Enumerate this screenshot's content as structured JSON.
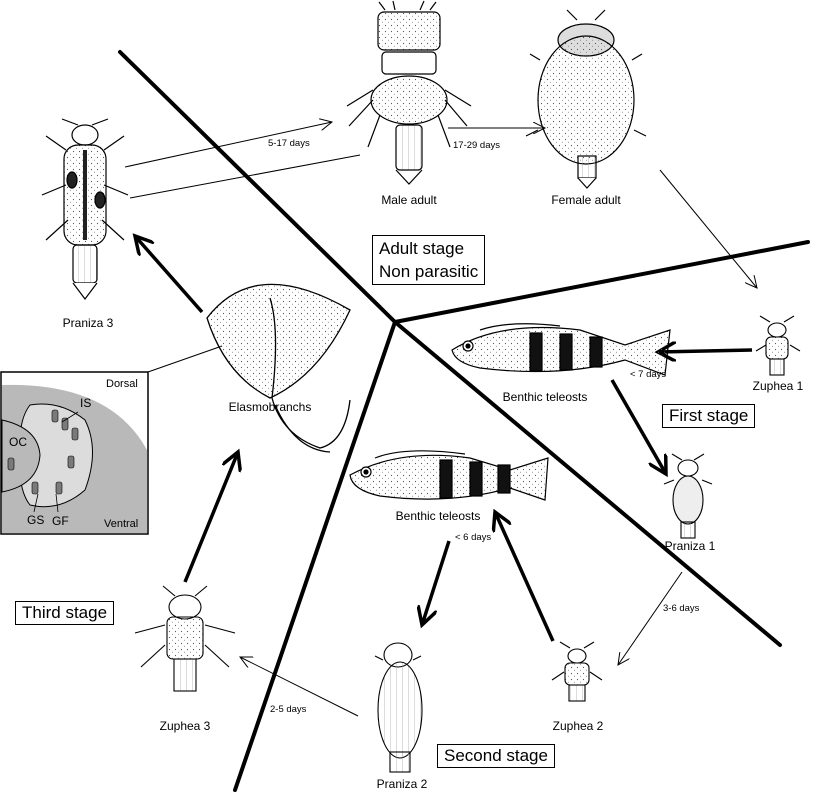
{
  "stages": {
    "adult": [
      "Adult stage",
      "Non parasitic"
    ],
    "first": "First stage",
    "second": "Second stage",
    "third": "Third stage"
  },
  "organisms": {
    "male_adult": "Male adult",
    "female_adult": "Female adult",
    "praniza_3": "Praniza 3",
    "elasmobranchs": "Elasmobranchs",
    "benthic_teleosts_top": "Benthic teleosts",
    "benthic_teleosts_mid": "Benthic teleosts",
    "zuphea_1": "Zuphea 1",
    "praniza_1": "Praniza 1",
    "zuphea_2": "Zuphea 2",
    "praniza_2": "Praniza 2",
    "zuphea_3": "Zuphea 3"
  },
  "durations": {
    "male": "5-17 days",
    "female": "17-29 days",
    "first_feed": "< 7 days",
    "second_feed": "< 6 days",
    "molt_2": "3-6 days",
    "molt_3": "2-5 days"
  },
  "inset": {
    "dorsal": "Dorsal",
    "ventral": "Ventral",
    "oc": "OC",
    "is": "IS",
    "gs": "GS",
    "gf": "GF"
  },
  "colors": {
    "ink": "#000000",
    "inset_bg": "#b9b9b9",
    "inset_light": "#dcdcdc"
  }
}
